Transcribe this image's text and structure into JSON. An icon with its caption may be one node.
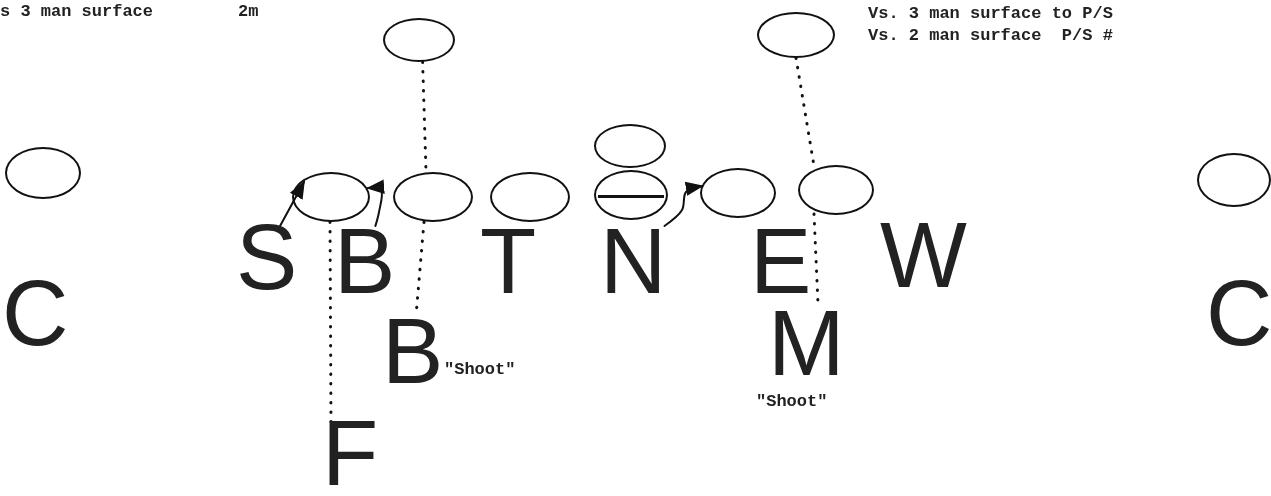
{
  "diagram": {
    "nodes": [
      {
        "text": [],
        "shape": "circle"
      },
      {
        "text": [],
        "shape": "circle"
      },
      {
        "text": [],
        "shape": "circle"
      },
      {
        "text": [],
        "shape": "circle"
      },
      {
        "text": [],
        "shape": "circle"
      },
      {
        "text": [],
        "shape": "circle"
      },
      {
        "text": [],
        "shape": "circle"
      },
      {
        "text": [],
        "shape": "circle"
      },
      {
        "text": [],
        "shape": "circle"
      },
      {
        "text": [],
        "shape": "circle"
      },
      {
        "text": [],
        "shape": "circle"
      },
      {
        "text": [
          "S"
        ]
      },
      {
        "text": [
          "B"
        ]
      },
      {
        "text": [
          "T"
        ]
      },
      {
        "text": [
          "N"
        ]
      },
      {
        "text": [
          "E"
        ]
      },
      {
        "text": [
          "W"
        ]
      },
      {
        "text": [
          "C"
        ]
      },
      {
        "text": [
          "C"
        ]
      },
      {
        "text": [
          "B"
        ],
        "beside": [
          "\"Shoot\""
        ]
      },
      {
        "text": [
          "M"
        ],
        "beside": [
          "\"Shoot\""
        ]
      },
      {
        "text": [
          "F"
        ]
      }
    ],
    "edges": [
      {
        "from": 11,
        "to": 5,
        "arrow": "to"
      },
      {
        "from": 12,
        "to": 5,
        "arrow": "to"
      },
      {
        "from": 14,
        "to": 9,
        "arrow": "to"
      },
      {
        "from": 0,
        "to": 6,
        "arrow": "none",
        "style": "dashed"
      },
      {
        "from": 6,
        "to": 19,
        "arrow": "none",
        "style": "dashed"
      },
      {
        "from": 5,
        "to": 21,
        "arrow": "none",
        "style": "dashed"
      },
      {
        "from": 1,
        "to": 10,
        "arrow": "none",
        "style": "dashed"
      },
      {
        "from": 10,
        "to": 20,
        "arrow": "none",
        "style": "dashed"
      }
    ],
    "labels": [
      "s 3 man surface",
      "2m",
      "Vs. 3 man surface to P/S",
      "Vs. 2 man surface  P/S #"
    ]
  }
}
